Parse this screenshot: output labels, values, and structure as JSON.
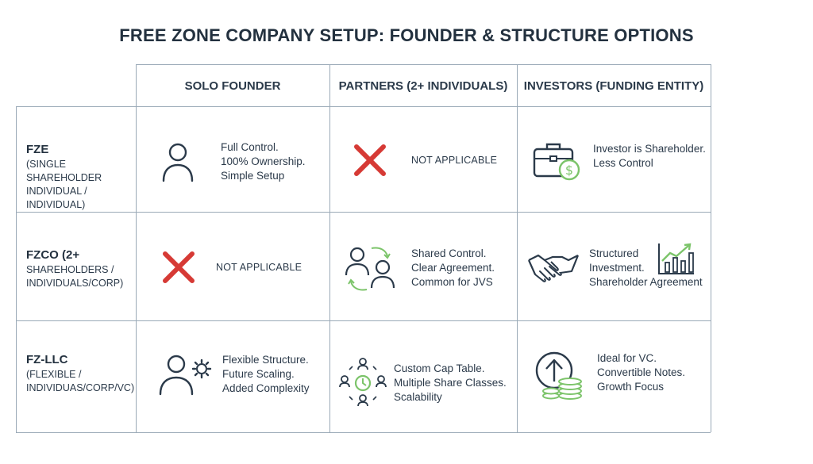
{
  "title": "FREE ZONE COMPANY SETUP: FOUNDER & STRUCTURE OPTIONS",
  "columns": [
    "SOLO FOUNDER",
    "PARTNERS (2+ INDIVIDUALS)",
    "INVESTORS (FUNDING ENTITY)"
  ],
  "rows": [
    {
      "name": "FZE",
      "sub1": "(SINGLE SHAREHOLDER",
      "sub2": "INDIVIDUAL / INDIVIDUAL)",
      "cells": [
        {
          "icon": "person-icon",
          "lines": [
            "Full Control.",
            "100% Ownership.",
            "Simple Setup"
          ]
        },
        {
          "icon": "x-mark-icon",
          "lines": [
            "NOT APPLICABLE"
          ]
        },
        {
          "icon": "briefcase-dollar-icon",
          "lines": [
            "Investor is Shareholder.",
            "Less Control"
          ]
        }
      ]
    },
    {
      "name": "FZCO (2+",
      "sub1": "SHAREHOLDERS /",
      "sub2": "INDIVIDUALS/CORP)",
      "cells": [
        {
          "icon": "x-mark-icon",
          "lines": [
            "NOT APPLICABLE"
          ]
        },
        {
          "icon": "two-people-arrows-icon",
          "lines": [
            "Shared Control.",
            "Clear Agreement.",
            "Common for JVS"
          ]
        },
        {
          "icon": "handshake-chart-icon",
          "lines": [
            "Structured",
            "Investment.",
            "Shareholder Agreement"
          ]
        }
      ]
    },
    {
      "name": "FZ-LLC",
      "sub1": "(FLEXIBLE /",
      "sub2": "INDIVIDUAS/CORP/VC)",
      "cells": [
        {
          "icon": "person-gear-icon",
          "lines": [
            "Flexible Structure.",
            "Future Scaling.",
            "Added Complexity"
          ]
        },
        {
          "icon": "network-clock-icon",
          "lines": [
            "Custom Cap Table.",
            "Multiple Share Classes.",
            "Scalability"
          ]
        },
        {
          "icon": "growth-coins-icon",
          "lines": [
            "Ideal for VC.",
            "Convertible Notes.",
            "Growth Focus"
          ]
        }
      ]
    }
  ],
  "colors": {
    "line": "#9aa9b7",
    "ink": "#2b3a4a",
    "red": "#d63a35",
    "green": "#7cc46a"
  }
}
